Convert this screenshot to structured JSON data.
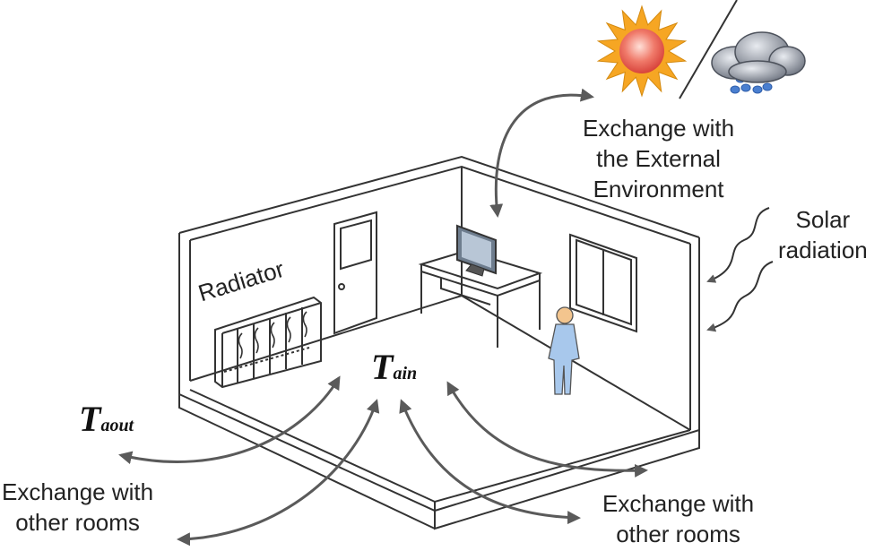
{
  "labels": {
    "exchange_external": [
      "Exchange with",
      "the External",
      "Environment"
    ],
    "solar": [
      "Solar",
      "radiation"
    ],
    "radiator": "Radiator",
    "exchange_rooms_left": [
      "Exchange with",
      "other rooms"
    ],
    "exchange_rooms_right": [
      "Exchange with",
      "other rooms"
    ]
  },
  "symbols": {
    "t_in": {
      "main": "T",
      "sub": "ain"
    },
    "t_out": {
      "main": "T",
      "sub": "aout"
    }
  },
  "icons": {
    "sun": "sun-icon",
    "storm": "storm-cloud-icon",
    "person": "person-icon",
    "monitor": "monitor-icon"
  },
  "colors": {
    "wall_line": "#333333",
    "arrow": "#5a5a5a",
    "sun_outer": "#f6a623",
    "sun_inner": "#e8554e",
    "cloud": "#8a8f99",
    "rain": "#4a7fd0",
    "person": "#a8c8ec",
    "skin": "#f3c58e"
  }
}
